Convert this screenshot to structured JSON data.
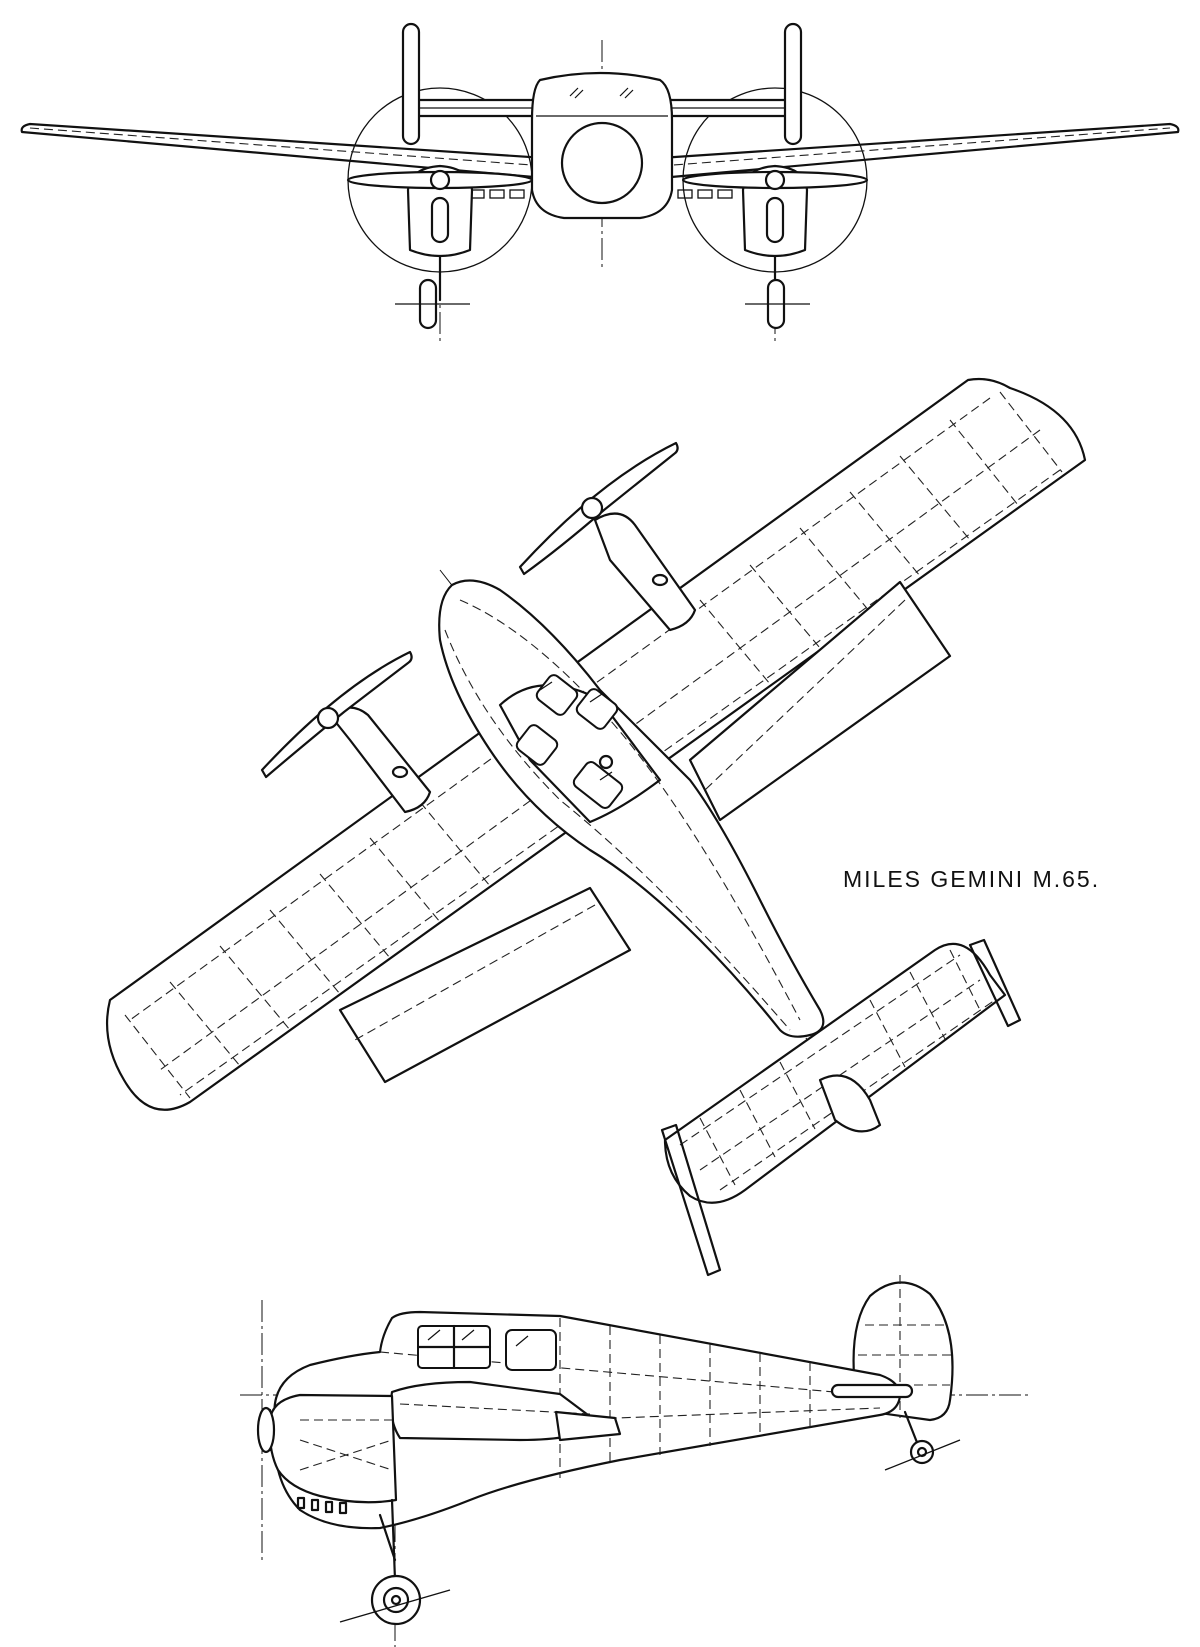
{
  "title": "MILES GEMINI  M.65.",
  "colors": {
    "ink": "#111111",
    "paper": "#ffffff"
  },
  "views": [
    "front-view",
    "plan-view",
    "side-view"
  ]
}
